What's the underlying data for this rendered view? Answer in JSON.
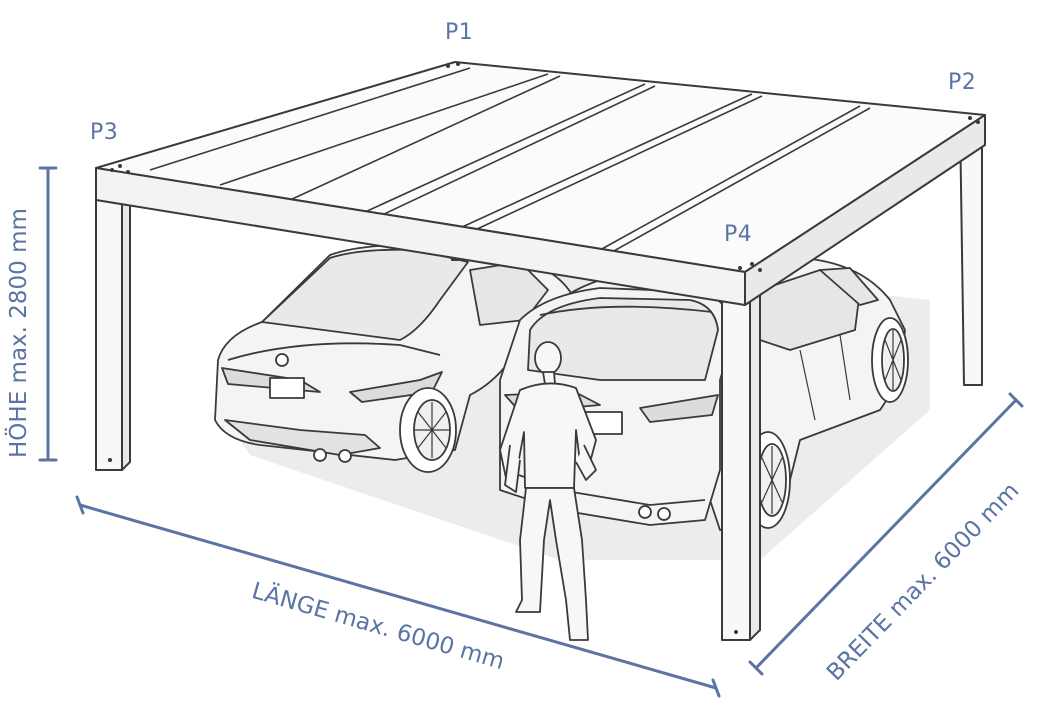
{
  "posts": {
    "p1": "P1",
    "p2": "P2",
    "p3": "P3",
    "p4": "P4"
  },
  "dimensions": {
    "height": "HÖHE max. 2800 mm",
    "length": "LÄNGE max. 6000 mm",
    "width": "BREITE max. 6000 mm"
  },
  "colors": {
    "dimension_accent": "#5b74a4",
    "structure_line": "#3a3a3a",
    "fill_light": "#f6f6f6",
    "shadow": "#e4e4e4"
  }
}
